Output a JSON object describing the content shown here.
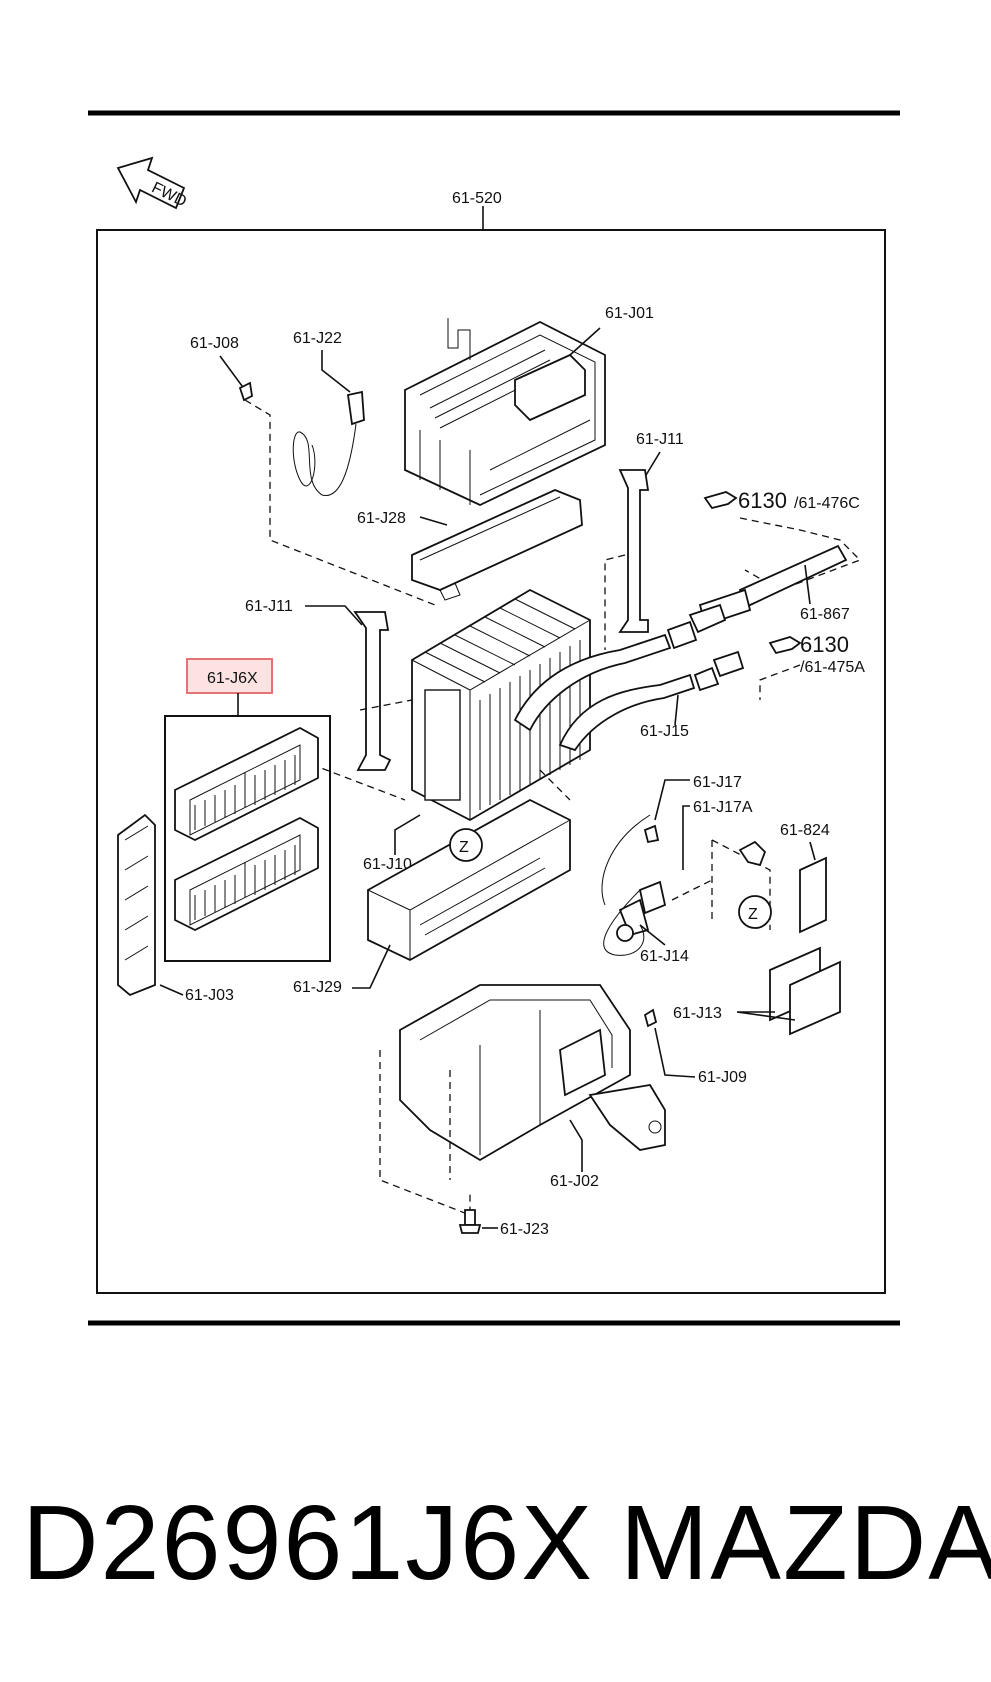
{
  "assembly_label": "61-520",
  "fwd_label": "FWD",
  "highlight_color": "#e57373",
  "labels": {
    "j01": "61-J01",
    "j08": "61-J08",
    "j22": "61-J22",
    "j11_top": "61-J11",
    "j28": "61-J28",
    "ref_6130_a": "6130",
    "ref_476c": "/61-476C",
    "j11_left": "61-J11",
    "n867": "61-867",
    "ref_6130_b": "6130",
    "ref_475a": "/61-475A",
    "j6x": "61-J6X",
    "j15": "61-J15",
    "j17": "61-J17",
    "j17a": "61-J17A",
    "n824": "61-824",
    "j10": "61-J10",
    "z1": "Z",
    "z2": "Z",
    "j14": "61-J14",
    "j29": "61-J29",
    "j03": "61-J03",
    "j13": "61-J13",
    "j09": "61-J09",
    "j02": "61-J02",
    "j23": "61-J23"
  },
  "footer": {
    "part_number": "D26961J6X",
    "brand": "MAZDA"
  }
}
